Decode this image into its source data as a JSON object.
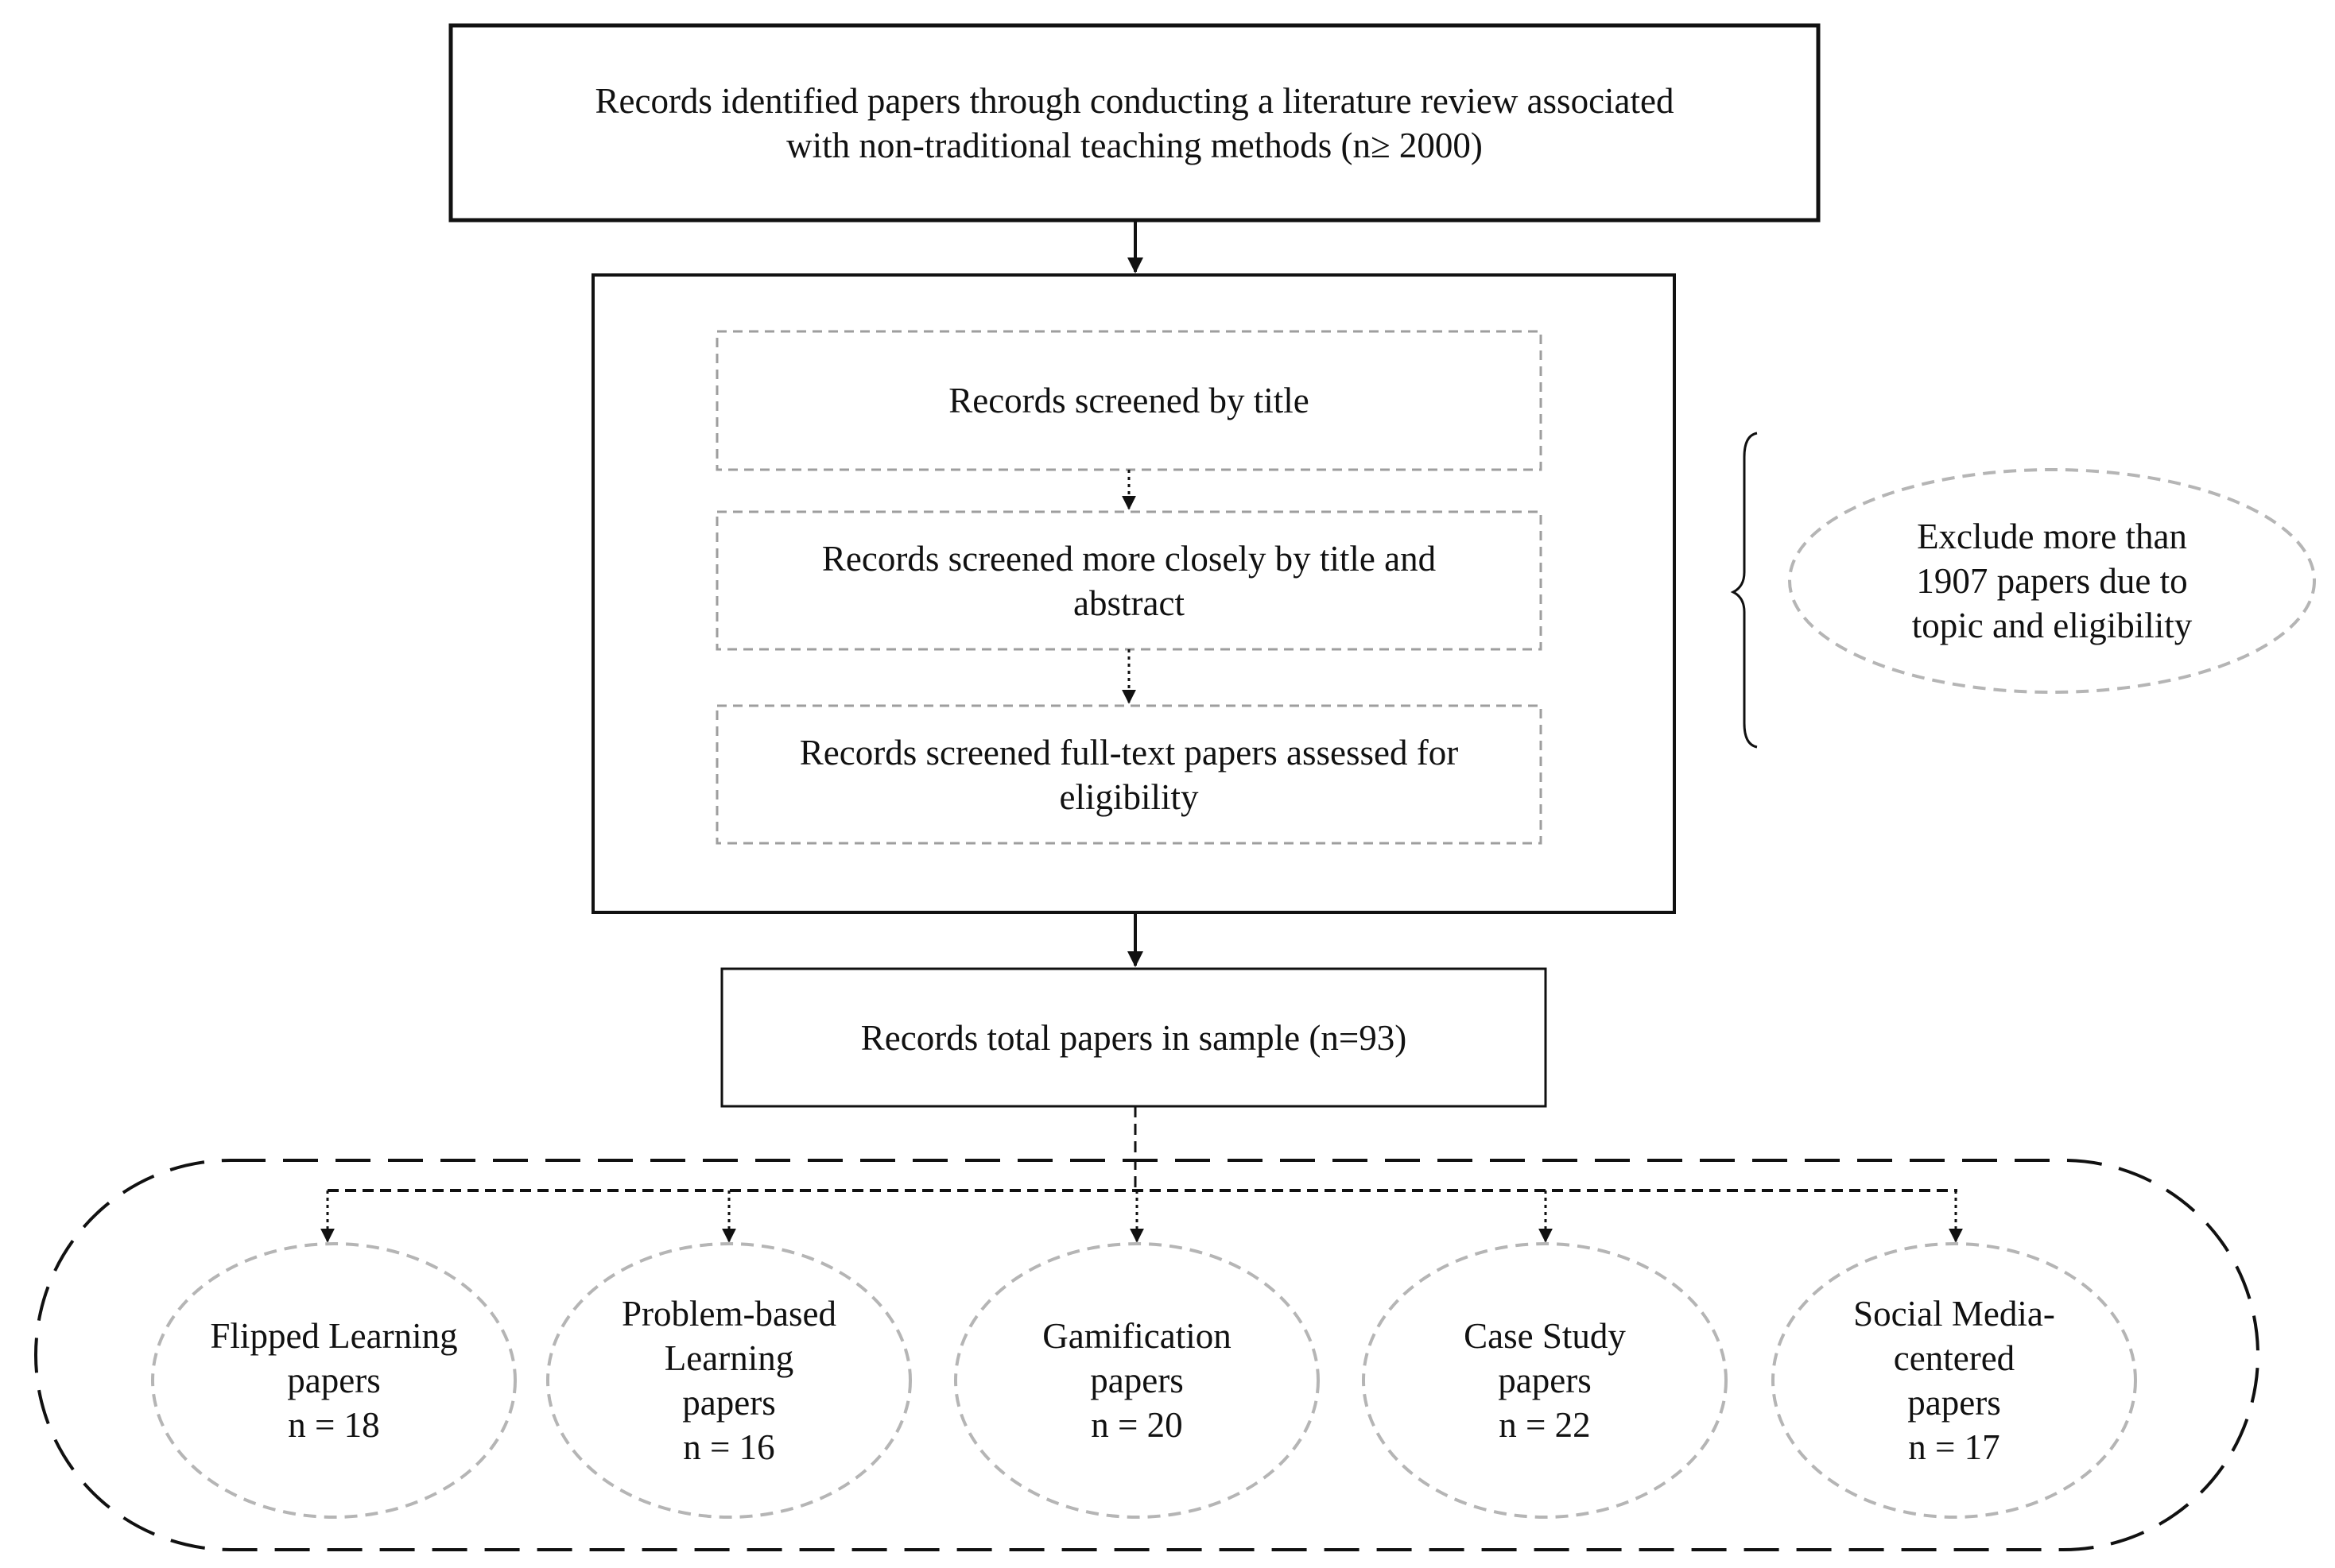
{
  "flowchart": {
    "identification": {
      "line1": "Records identified papers through conducting a literature review associated",
      "line2": "with non-traditional teaching methods (n≥ 2000)"
    },
    "screening": {
      "by_title": "Records screened by title",
      "by_title_abstract": {
        "line1": "Records screened more closely by title and",
        "line2": "abstract"
      },
      "full_text": {
        "line1": "Records screened full-text papers assessed for",
        "line2": "eligibility"
      }
    },
    "exclusion": {
      "line1": "Exclude more than",
      "line2": "1907 papers due to",
      "line3": "topic and eligibility"
    },
    "total": "Records total papers in sample (n=93)",
    "categories": [
      {
        "line1": "Flipped Learning",
        "line2": "papers",
        "count": "n = 18"
      },
      {
        "line1": "Problem-based",
        "line2": "Learning",
        "line3": "papers",
        "count": "n = 16"
      },
      {
        "line1": "Gamification",
        "line2": "papers",
        "count": "n = 20"
      },
      {
        "line1": "Case Study",
        "line2": "papers",
        "count": "n = 22"
      },
      {
        "line1": "Social Media-",
        "line2": "centered",
        "line3": "papers",
        "count": "n = 17"
      }
    ]
  },
  "colors": {
    "solid_border": "#111111",
    "dashed_light": "#b5b5b5",
    "dashed_dark": "#222222",
    "background": "#ffffff"
  }
}
